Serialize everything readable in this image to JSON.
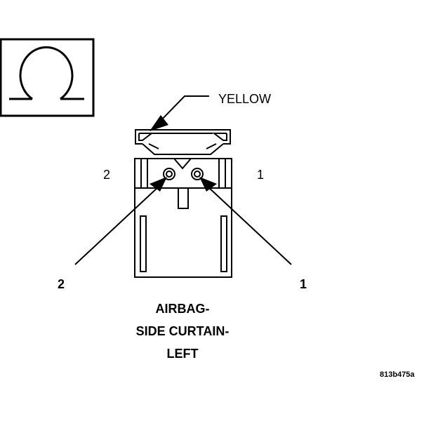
{
  "icon": "ohm-symbol-icon",
  "wire_color_label": "YELLOW",
  "terminals": {
    "left_small": "2",
    "right_small": "1",
    "left_callout": "2",
    "right_callout": "1"
  },
  "title_lines": [
    "AIRBAG-",
    "SIDE CURTAIN-",
    "LEFT"
  ],
  "figure_id": "813b475a",
  "colors": {
    "ink": "#000000",
    "background": "#ffffff"
  }
}
